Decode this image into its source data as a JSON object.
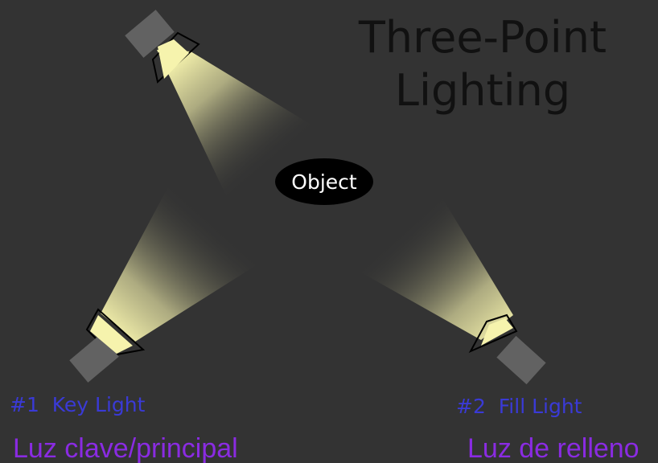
{
  "title": {
    "line1": "Three-Point",
    "line2": "Lighting"
  },
  "object_label": "Object",
  "lights": [
    {
      "id": "back",
      "icon": "spotlight-icon"
    },
    {
      "id": "key",
      "english_label": "#1  Key Light",
      "spanish_label": "Luz clave/principal",
      "icon": "spotlight-icon"
    },
    {
      "id": "fill",
      "english_label": "#2  Fill Light",
      "spanish_label": "Luz de relleno",
      "icon": "spotlight-icon"
    }
  ],
  "colors": {
    "background": "#333333",
    "light_beam": "#f5f2a8",
    "lamp_body": "#626262",
    "object_fill": "#000000",
    "object_text": "#ffffff",
    "english_label": "#3a3ad6",
    "spanish_label": "#8a2be2",
    "title": "#111111"
  }
}
